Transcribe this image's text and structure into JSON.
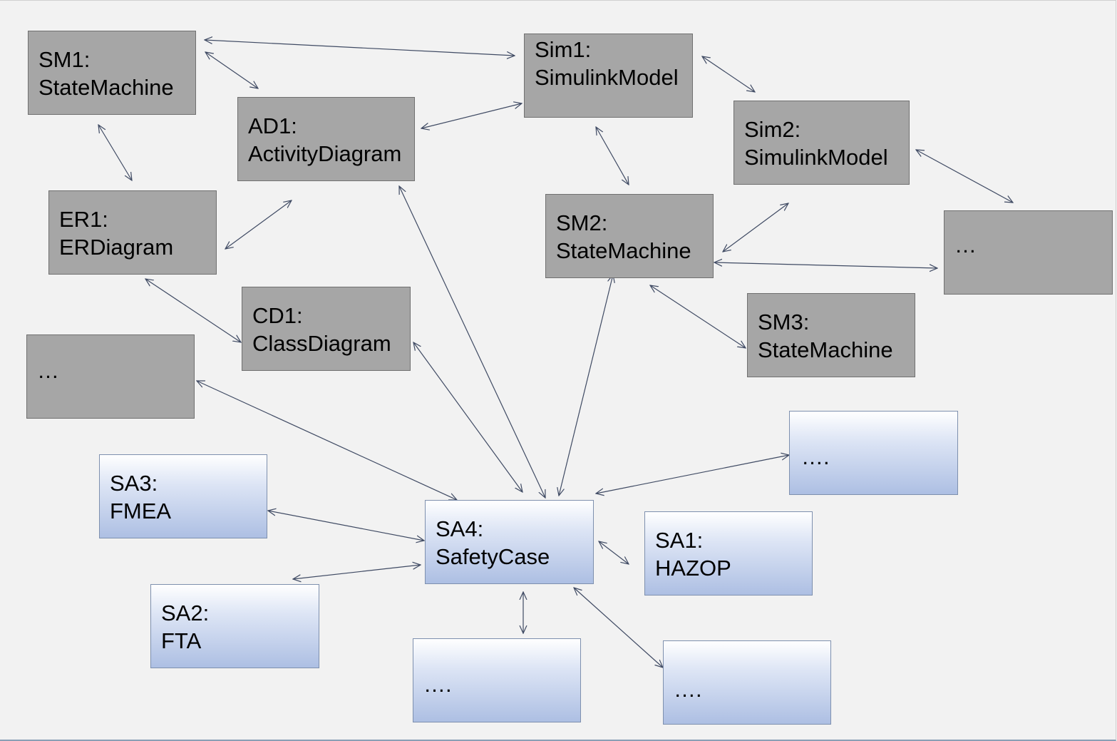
{
  "colors": {
    "model_fill": "#a6a6a6",
    "safety_fill": "#adbfe3",
    "link": "#3f4a63",
    "background": "#f2f2f2"
  },
  "nodes": [
    {
      "id": "sm1",
      "kind": "model",
      "lines": [
        "SM1:",
        "StateMachine"
      ]
    },
    {
      "id": "ad1",
      "kind": "model",
      "lines": [
        "AD1:",
        "ActivityDiagram"
      ]
    },
    {
      "id": "sim1",
      "kind": "model",
      "lines": [
        "Sim1:",
        "SimulinkModel"
      ]
    },
    {
      "id": "sim2",
      "kind": "model",
      "lines": [
        "Sim2:",
        "SimulinkModel"
      ]
    },
    {
      "id": "er1",
      "kind": "model",
      "lines": [
        "ER1:",
        "ERDiagram"
      ]
    },
    {
      "id": "sm2",
      "kind": "model",
      "lines": [
        "SM2:",
        "StateMachine"
      ]
    },
    {
      "id": "more-model-right",
      "kind": "model",
      "lines": [
        "…"
      ]
    },
    {
      "id": "cd1",
      "kind": "model",
      "lines": [
        "CD1:",
        "ClassDiagram"
      ]
    },
    {
      "id": "sm3",
      "kind": "model",
      "lines": [
        "SM3:",
        "StateMachine"
      ]
    },
    {
      "id": "more-model-left",
      "kind": "model",
      "lines": [
        "…"
      ]
    },
    {
      "id": "more-safety-top",
      "kind": "safety",
      "lines": [
        "…."
      ]
    },
    {
      "id": "sa3",
      "kind": "safety",
      "lines": [
        "SA3:",
        "FMEA"
      ]
    },
    {
      "id": "sa4",
      "kind": "safety",
      "lines": [
        "SA4:",
        "SafetyCase"
      ]
    },
    {
      "id": "sa1",
      "kind": "safety",
      "lines": [
        "SA1:",
        "HAZOP"
      ]
    },
    {
      "id": "sa2",
      "kind": "safety",
      "lines": [
        "SA2:",
        "FTA"
      ]
    },
    {
      "id": "more-safety-bottom-left",
      "kind": "safety",
      "lines": [
        "…."
      ]
    },
    {
      "id": "more-safety-bottom-right",
      "kind": "safety",
      "lines": [
        "…."
      ]
    }
  ],
  "links": [
    {
      "from": "sm1",
      "to": "sim1"
    },
    {
      "from": "sm1",
      "to": "ad1"
    },
    {
      "from": "sm1",
      "to": "er1"
    },
    {
      "from": "ad1",
      "to": "sim1"
    },
    {
      "from": "er1",
      "to": "ad1"
    },
    {
      "from": "er1",
      "to": "cd1"
    },
    {
      "from": "sim1",
      "to": "sim2"
    },
    {
      "from": "sim1",
      "to": "sm2"
    },
    {
      "from": "sim2",
      "to": "more-model-right"
    },
    {
      "from": "sm2",
      "to": "sim2"
    },
    {
      "from": "sm2",
      "to": "more-model-right"
    },
    {
      "from": "sm2",
      "to": "sm3"
    },
    {
      "from": "ad1",
      "to": "sa4"
    },
    {
      "from": "cd1",
      "to": "sa4"
    },
    {
      "from": "more-model-left",
      "to": "sa4"
    },
    {
      "from": "sm2",
      "to": "sa4"
    },
    {
      "from": "sa4",
      "to": "more-safety-top"
    },
    {
      "from": "sa3",
      "to": "sa4"
    },
    {
      "from": "sa4",
      "to": "sa1"
    },
    {
      "from": "sa2",
      "to": "sa4"
    },
    {
      "from": "sa4",
      "to": "more-safety-bottom-left"
    },
    {
      "from": "sa4",
      "to": "more-safety-bottom-right"
    }
  ]
}
